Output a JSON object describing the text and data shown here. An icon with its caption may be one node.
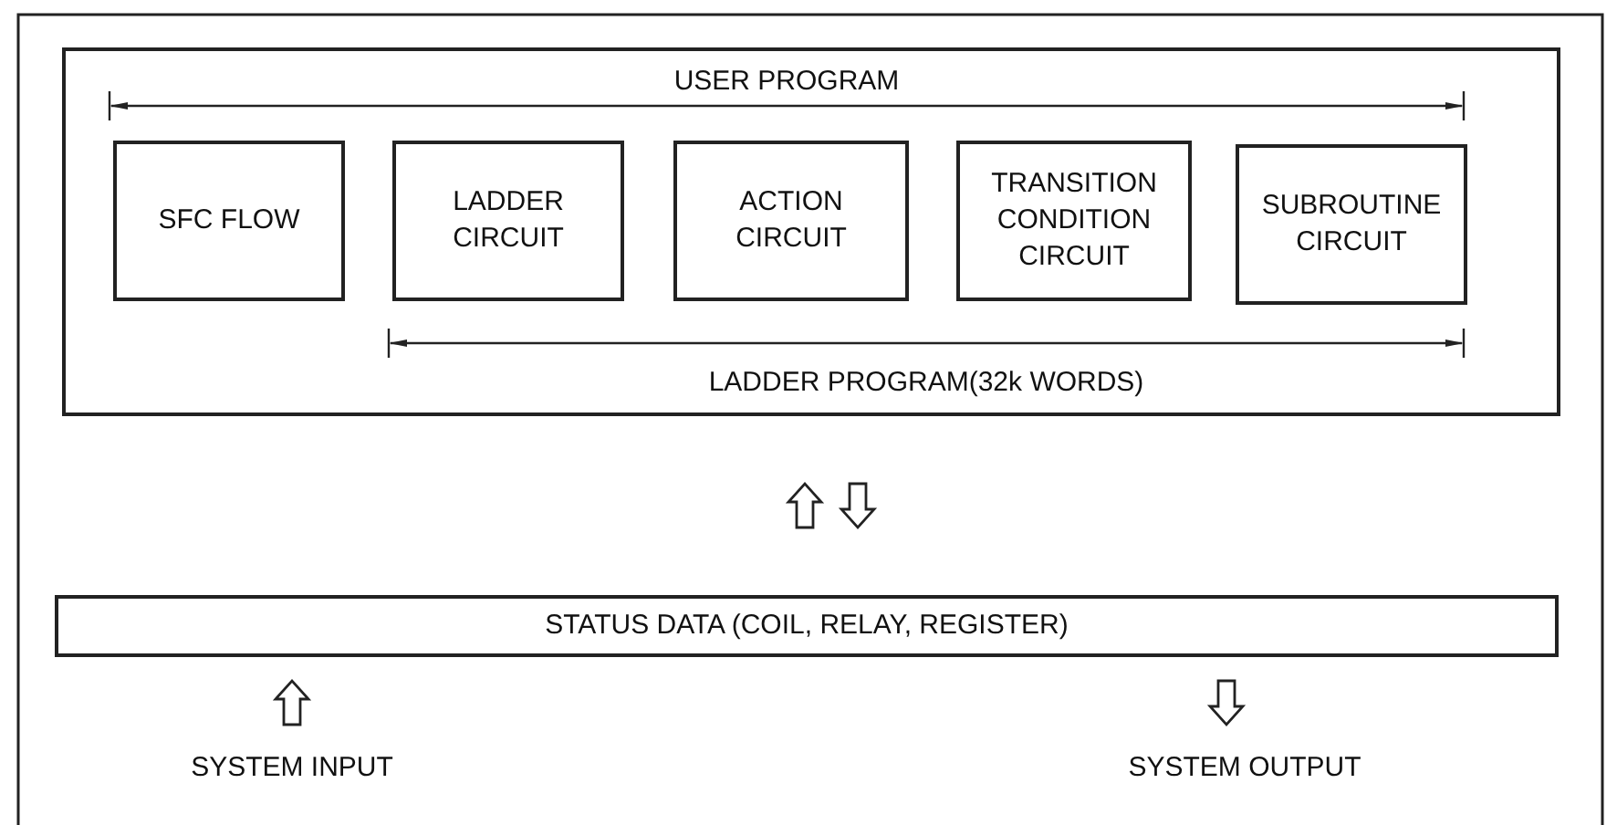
{
  "diagram": {
    "nodes": [
      {
        "text": [],
        "shape": "box"
      },
      {
        "text": [
          "SFC FLOW"
        ],
        "in": 0
      },
      {
        "text": [
          "LADDER CIRCUIT"
        ],
        "in": 0
      },
      {
        "text": [
          "ACTION CIRCUIT"
        ],
        "in": 0
      },
      {
        "text": [
          "TRANSITION CONDITION CIRCUIT"
        ],
        "in": 0
      },
      {
        "text": [
          "SUBROUTINE CIRCUIT"
        ],
        "in": 0
      },
      {
        "text": [
          "STATUS DATA (COIL, RELAY, REGISTER)"
        ]
      },
      {
        "text": [
          "SYSTEM INPUT"
        ]
      },
      {
        "text": [
          "SYSTEM OUTPUT"
        ]
      }
    ],
    "edges": [
      {
        "from": 6,
        "to": 0,
        "arrow": "to"
      },
      {
        "from": 0,
        "to": 6,
        "arrow": "to"
      },
      {
        "from": 7,
        "to": 6,
        "arrow": "to"
      },
      {
        "from": 6,
        "to": 8,
        "arrow": "to"
      }
    ],
    "labels": [
      "USER PROGRAM",
      "LADDER PROGRAM(32k WORDS)"
    ]
  }
}
